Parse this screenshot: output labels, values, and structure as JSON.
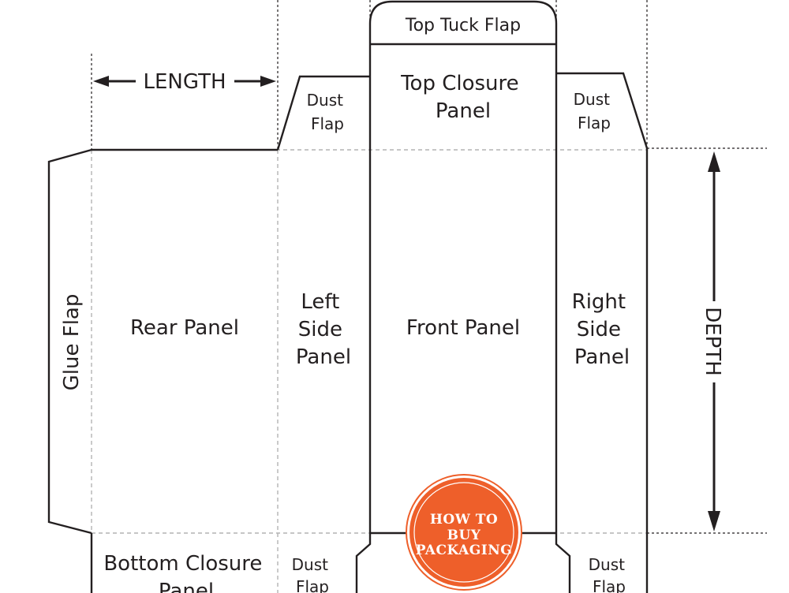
{
  "labels": {
    "top_tuck_flap": "Top Tuck Flap",
    "top_closure_panel": [
      "Top Closure",
      "Panel"
    ],
    "dust_flap_top_left": [
      "Dust",
      "Flap"
    ],
    "dust_flap_top_right": [
      "Dust",
      "Flap"
    ],
    "length": "LENGTH",
    "depth": "DEPTH",
    "glue_flap": "Glue Flap",
    "rear_panel": "Rear Panel",
    "left_side_panel": [
      "Left",
      "Side",
      "Panel"
    ],
    "front_panel": "Front Panel",
    "right_side_panel": [
      "Right",
      "Side",
      "Panel"
    ],
    "bottom_closure_panel": [
      "Bottom Closure",
      "Panel"
    ],
    "dust_flap_bottom_left": [
      "Dust",
      "Flap"
    ],
    "dust_flap_bottom_right": [
      "Dust",
      "Flap"
    ]
  },
  "badge": {
    "lines": [
      "HOW TO",
      "BUY",
      "PACKAGING"
    ],
    "color": "#ee5f2a"
  },
  "colors": {
    "cut_line": "#231f20",
    "fold_line": "#b3b3b3"
  }
}
